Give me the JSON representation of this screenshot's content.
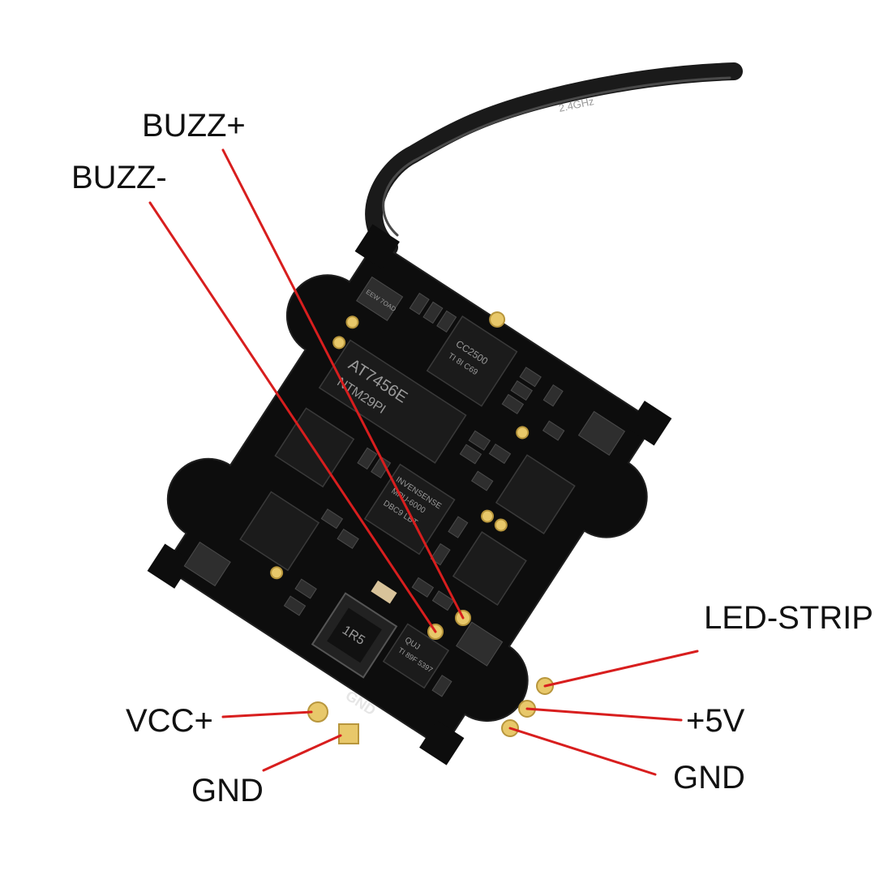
{
  "colors": {
    "background": "#ffffff",
    "board": "#0d0d0d",
    "leader_line": "#d81e1e",
    "pad_gold": "#e8c86a",
    "antenna": "#1a1a1a"
  },
  "labels": {
    "buzz_plus": "BUZZ+",
    "buzz_minus": "BUZZ-",
    "led_strip": "LED-STRIP",
    "vcc_plus": "VCC+",
    "gnd_left": "GND",
    "plus_5v": "+5V",
    "gnd_right": "GND"
  },
  "board_markings": {
    "silkscreen_gnd": "GND",
    "antenna_text": "2.4GHz",
    "chip_rx": "CC2500",
    "chip_rx_sub": "TI 8I C69",
    "chip_osd": "AT7456E",
    "chip_osd_sub": "NTM29PI",
    "chip_imu_brand": "INVENSENSE",
    "chip_imu_model": "MPU-6000",
    "chip_imu_sub": "DBC9 LBT",
    "chip_reg": "QUJ",
    "chip_reg_sub": "TI 89F 5397",
    "inductor": "1R5",
    "mosfet_code": "EEW 7OAD"
  }
}
